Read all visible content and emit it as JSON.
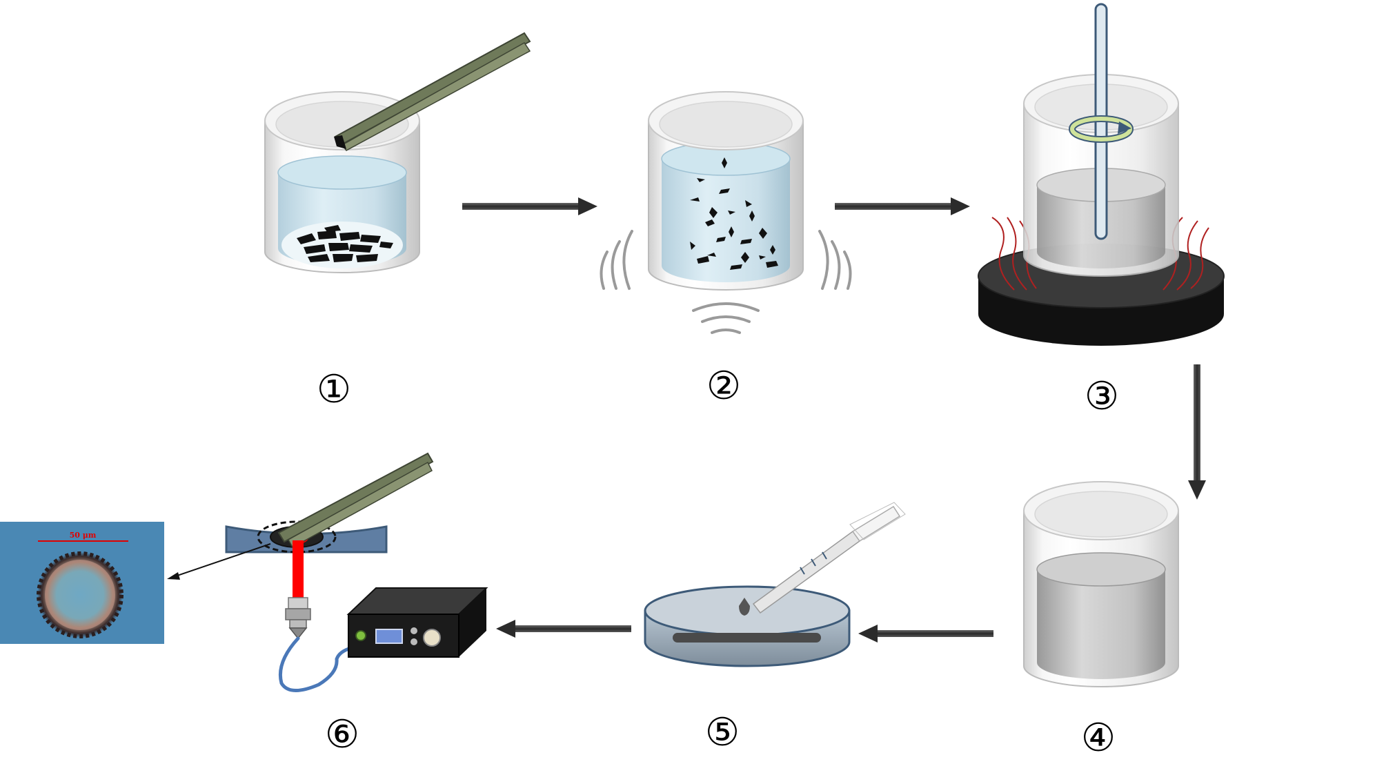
{
  "steps": [
    {
      "id": 1,
      "label": "①"
    },
    {
      "id": 2,
      "label": "②"
    },
    {
      "id": 3,
      "label": "③"
    },
    {
      "id": 4,
      "label": "④"
    },
    {
      "id": 5,
      "label": "⑤"
    },
    {
      "id": 6,
      "label": "⑥"
    }
  ],
  "micrograph": {
    "scale_bar": "50 μm"
  },
  "colors": {
    "arrow": "#3a3a3a",
    "liquid": "#bcd8e6",
    "tweezers": "#6f7a5a",
    "hotplate": "#111111",
    "laser": "#ff0000",
    "cable": "#4a78b8",
    "micrograph_bg": "#4a88b4"
  }
}
